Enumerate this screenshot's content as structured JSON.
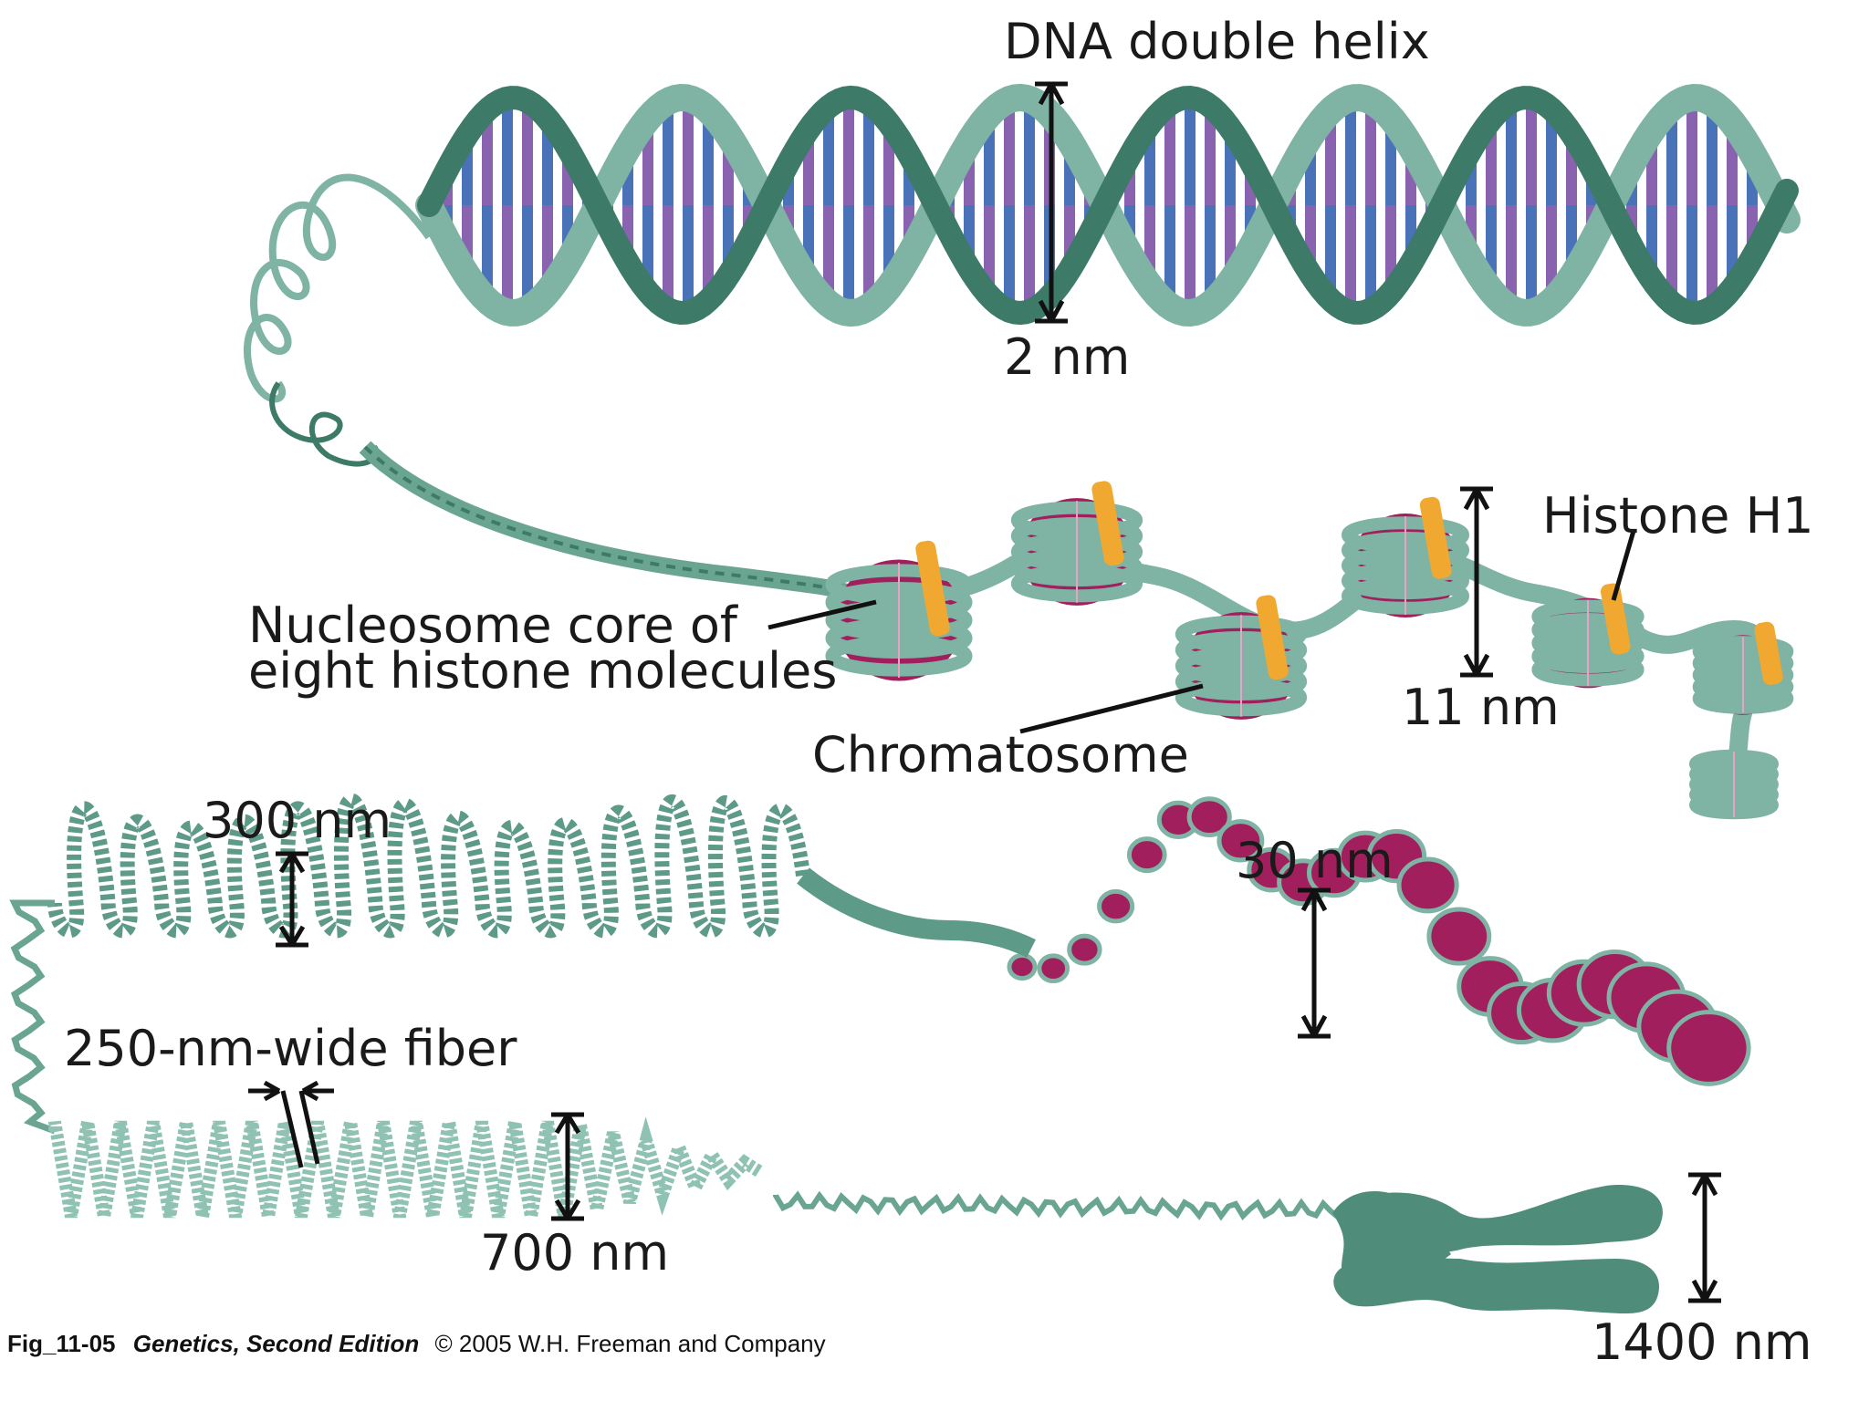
{
  "labels": {
    "dna_double_helix": "DNA double helix",
    "two_nm": "2 nm",
    "histone_h1": "Histone H1",
    "nucleosome_line1": "Nucleosome core of",
    "nucleosome_line2": "eight histone molecules",
    "eleven_nm": "11 nm",
    "chromatosome": "Chromatosome",
    "three_hundred_nm": "300 nm",
    "thirty_nm": "30 nm",
    "fiber_250": "250-nm-wide fiber",
    "seven_hundred_nm": "700 nm",
    "fourteen_hundred_nm": "1400 nm"
  },
  "caption": {
    "fig_id": "Fig_11-05",
    "book": "Genetics, Second Edition",
    "copyright": "© 2005 W.H. Freeman and Company"
  },
  "colors": {
    "strand": "#7fb3a4",
    "strand_dark": "#3d7a68",
    "base_blue": "#4a72b8",
    "base_purple": "#8a63b0",
    "histone": "#a01f5c",
    "histone_h1": "#f0a830",
    "arrow": "#111111"
  }
}
